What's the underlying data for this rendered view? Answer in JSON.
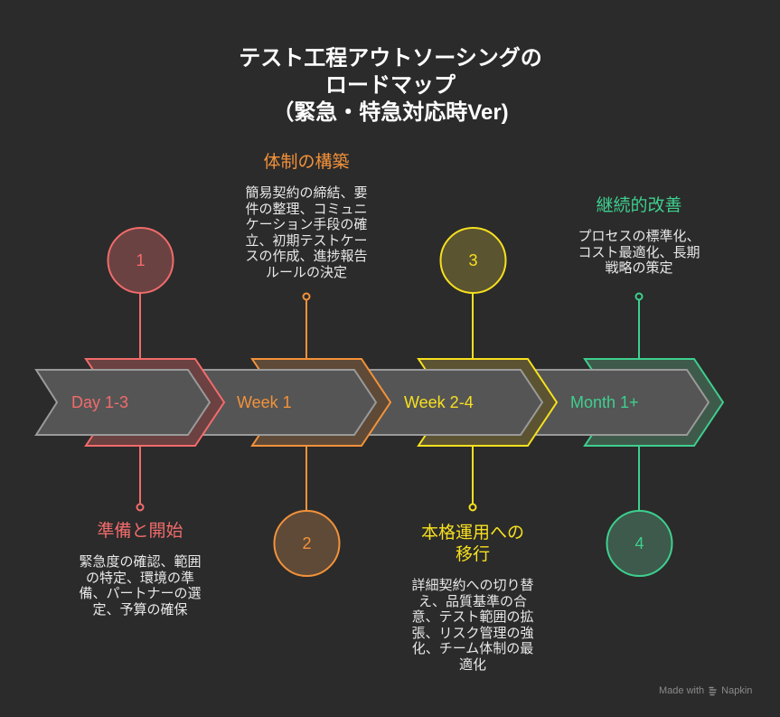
{
  "title_lines": [
    "テスト工程アウトソーシングの",
    "ロードマップ",
    "（緊急・特急対応時Ver)"
  ],
  "colors": {
    "background": "#2b2b2b",
    "chevron_fill": "#555555",
    "chevron_stroke": "#9a9a9a",
    "red": "#f26b6b",
    "orange": "#f3923a",
    "yellow": "#f7e01f",
    "green": "#3ecf8e"
  },
  "steps": [
    {
      "number": "1",
      "period": "Day 1-3",
      "title_lines": [
        "準備と開始"
      ],
      "body_lines": [
        "緊急度の確認、範囲",
        "の特定、環境の準",
        "備、パートナーの選",
        "定、予算の確保"
      ]
    },
    {
      "number": "2",
      "period": "Week 1",
      "title_lines": [
        "体制の構築"
      ],
      "body_lines": [
        "簡易契約の締結、要",
        "件の整理、コミュニ",
        "ケーション手段の確",
        "立、初期テストケー",
        "スの作成、進捗報告",
        "ルールの決定"
      ]
    },
    {
      "number": "3",
      "period": "Week 2-4",
      "title_lines": [
        "本格運用への",
        "移行"
      ],
      "body_lines": [
        "詳細契約への切り替",
        "え、品質基準の合",
        "意、テスト範囲の拡",
        "張、リスク管理の強",
        "化、チーム体制の最",
        "適化"
      ]
    },
    {
      "number": "4",
      "period": "Month 1+",
      "title_lines": [
        "継続的改善"
      ],
      "body_lines": [
        "プロセスの標準化、",
        "コスト最適化、長期",
        "戦略の策定"
      ]
    }
  ],
  "footer": {
    "made_with": "Made with",
    "brand": "Napkin",
    "logo_icon": "napkin-logo-icon"
  }
}
